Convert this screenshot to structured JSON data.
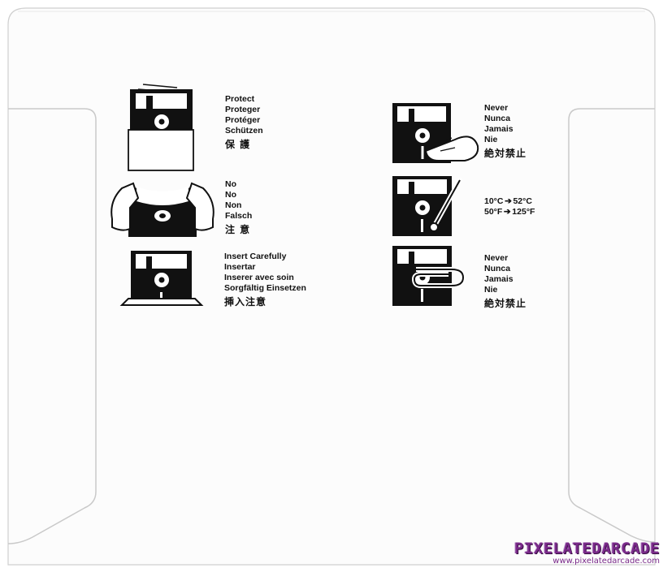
{
  "instructions": {
    "protect": {
      "lines": [
        "Protect",
        "Proteger",
        "Protéger",
        "Schützen"
      ],
      "cjk": "保 護"
    },
    "no_bend": {
      "lines": [
        "No",
        "No",
        "Non",
        "Falsch"
      ],
      "cjk": "注 意"
    },
    "insert": {
      "lines": [
        "Insert Carefully",
        "Insertar",
        "Inserer avec soin",
        "Sorgfältig Einsetzen"
      ],
      "cjk": "挿入注意"
    },
    "never_touch": {
      "lines": [
        "Never",
        "Nunca",
        "Jamais",
        "Nie"
      ],
      "cjk": "絶対禁止"
    },
    "temperature": {
      "celsius_from": "10°C",
      "celsius_to": "52°C",
      "fahrenheit_from": "50°F",
      "fahrenheit_to": "125°F",
      "arrow": "➔"
    },
    "never_clip": {
      "lines": [
        "Never",
        "Nunca",
        "Jamais",
        "Nie"
      ],
      "cjk": "絶対禁止"
    }
  },
  "watermark": {
    "brand": "PIXELATEDARCADE",
    "url": "www.pixelatedarcade.com",
    "color": "#7a2a8a"
  },
  "colors": {
    "ink": "#111111",
    "paper": "#ffffff",
    "sleeve_shadow": "#e6e6e6"
  }
}
